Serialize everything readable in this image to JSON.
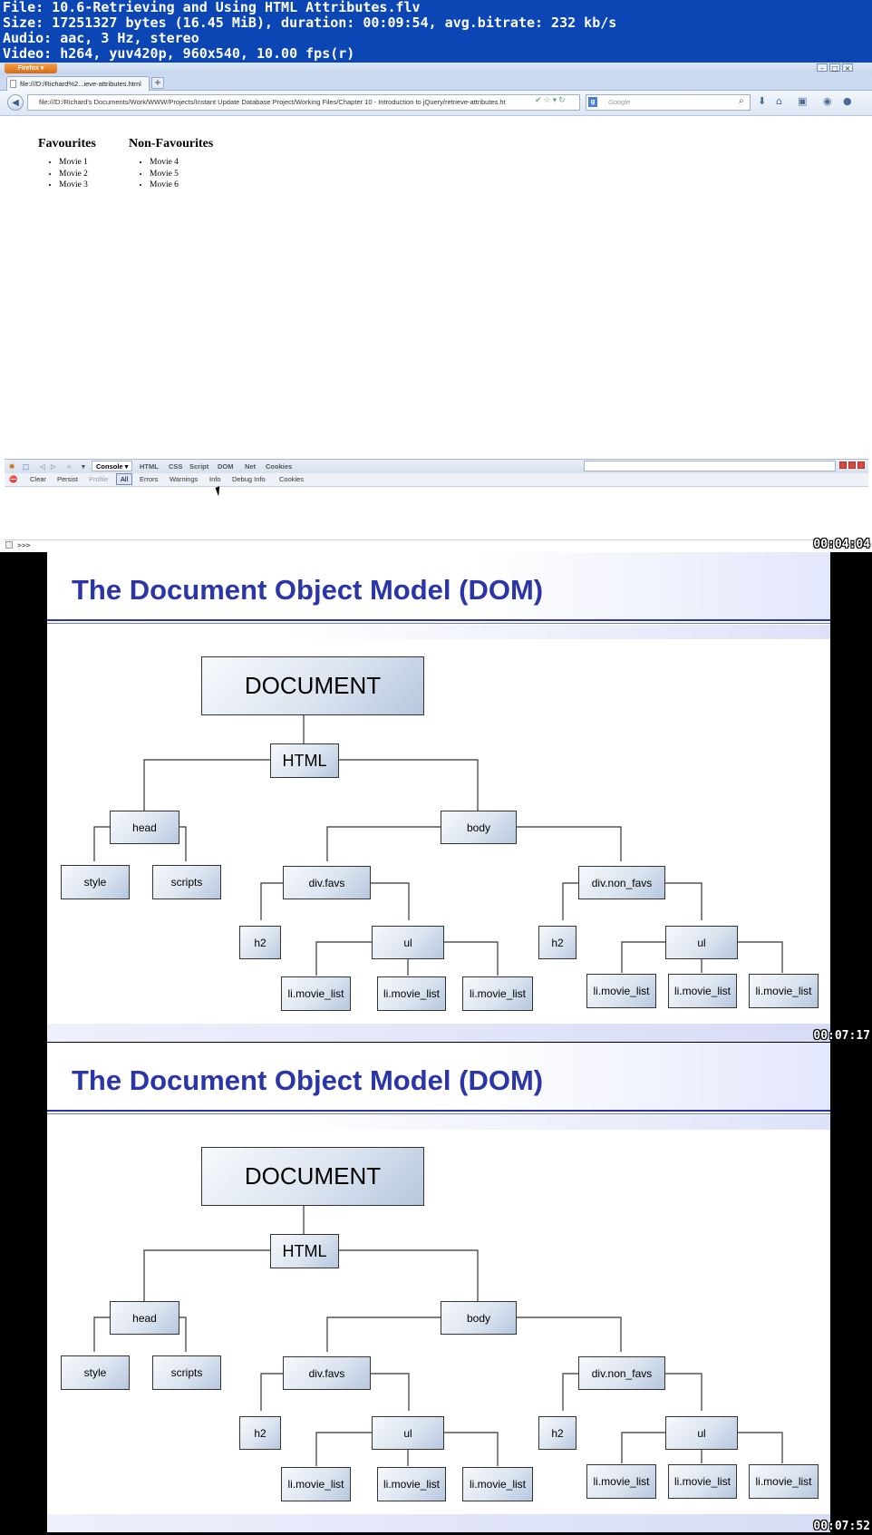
{
  "info_header": {
    "line1": "File: 10.6-Retrieving and Using HTML Attributes.flv",
    "line2": "Size: 17251327 bytes (16.45 MiB), duration: 00:09:54, avg.bitrate: 232 kb/s",
    "line3": "Audio: aac, 3 Hz, stereo",
    "line4": "Video: h264, yuv420p, 960x540, 10.00 fps(r)"
  },
  "frame1": {
    "timestamp": "00:04:04",
    "browser": {
      "app_button": "Firefox ▾",
      "tab_title": "file:///D:/Richard%2...ieve-attributes.html",
      "new_tab": "+",
      "url": "file:///D:/Richard's Documents/Work/WWW/Projects/Instant Update Database Project/Working Files/Chapter 10 - Introduction to jQuery/retrieve-attributes.ht",
      "search_placeholder": "Google",
      "search_engine": "g"
    },
    "page": {
      "favourites_heading": "Favourites",
      "favourites": [
        "Movie 1",
        "Movie 2",
        "Movie 3"
      ],
      "nonfavourites_heading": "Non-Favourites",
      "nonfavourites": [
        "Movie 4",
        "Movie 5",
        "Movie 6"
      ]
    },
    "firebug": {
      "tabs": {
        "console": "Console ▾",
        "html": "HTML",
        "css": "CSS",
        "script": "Script",
        "dom": "DOM",
        "net": "Net",
        "cookies": "Cookies"
      },
      "filters": {
        "clear": "Clear",
        "persist": "Persist",
        "profile": "Profile",
        "all": "All",
        "errors": "Errors",
        "warnings": "Warnings",
        "info": "Info",
        "debug_info": "Debug Info",
        "cookies": "Cookies"
      },
      "command_prompt": ">>>"
    }
  },
  "slide": {
    "title": "The Document Object Model (DOM)",
    "nodes": {
      "document": "DOCUMENT",
      "html": "HTML",
      "head": "head",
      "body": "body",
      "style": "style",
      "scripts": "scripts",
      "div_favs": "div.favs",
      "div_non_favs": "div.non_favs",
      "h2": "h2",
      "ul": "ul",
      "li": "li.movie_list"
    }
  },
  "frame2": {
    "timestamp": "00:07:17"
  },
  "frame3": {
    "timestamp": "00:07:52"
  }
}
